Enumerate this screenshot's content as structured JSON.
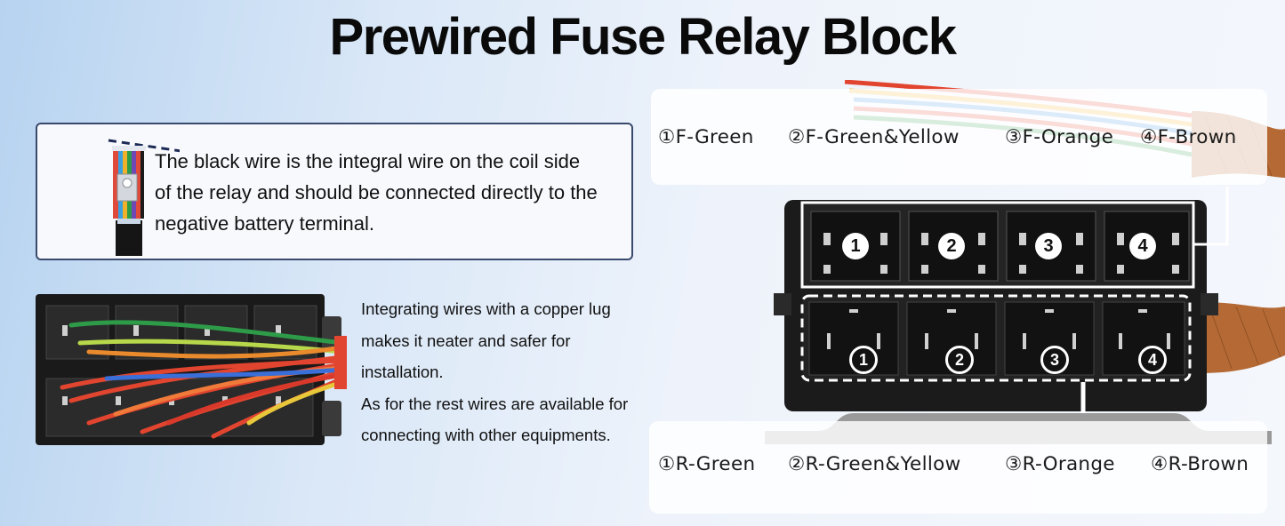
{
  "title": "Prewired Fuse Relay Block",
  "note": {
    "lines": [
      "The black wire is the integral wire on the coil side",
      "of the relay and should be connected directly to the",
      "negative battery terminal."
    ]
  },
  "description": {
    "lines": [
      "Integrating wires with a copper lug",
      "makes it neater and safer for",
      "installation.",
      "As for the rest wires are available for",
      "connecting with other equipments."
    ]
  },
  "fuse_labels": [
    "①F-Green",
    "②F-Green&Yellow",
    "③F-Orange",
    "④F-Brown"
  ],
  "relay_labels": [
    "①R-Green",
    "②R-Green&Yellow",
    "③R-Orange",
    "④R-Brown"
  ],
  "slot_numbers": [
    "1",
    "2",
    "3",
    "4"
  ],
  "colors": {
    "border": "#3a4a6e",
    "block": "#1b1b1b",
    "wire_red": "#e2452f",
    "wire_green": "#2e9b48",
    "wire_orange": "#e98a2d",
    "braid": "#c6753c"
  }
}
